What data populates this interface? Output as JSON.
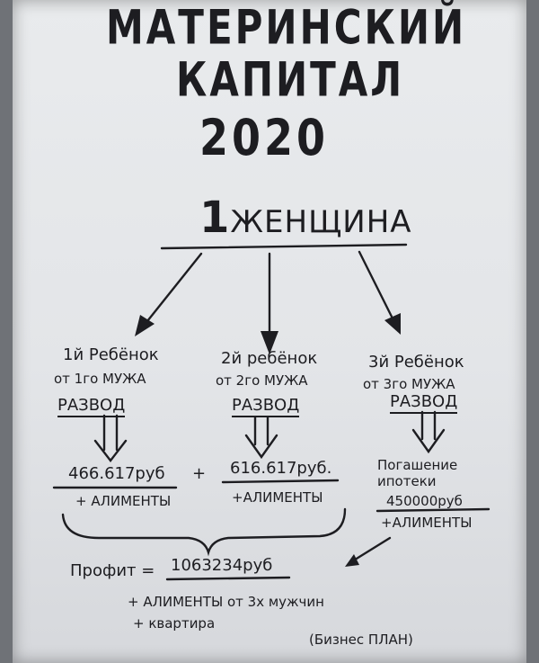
{
  "title_line1": "МАТЕРИНСКИЙ",
  "title_line2": "КАПИТАЛ",
  "year": "2020",
  "woman": {
    "number": "1",
    "label": "ЖЕНЩИНА"
  },
  "branches": [
    {
      "child": "1й Ребёнок",
      "from": "от 1го МУЖА",
      "status": "РАЗВОД",
      "amount": "466.617руб",
      "extra": "+ АЛИМЕНТЫ"
    },
    {
      "child": "2й ребёнок",
      "from": "от 2го МУЖА",
      "status": "РАЗВОД",
      "amount": "616.617руб.",
      "extra": "+АЛИМЕНТЫ"
    },
    {
      "child": "3й Ребёнок",
      "from": "от 3го МУЖА",
      "status": "РАЗВОД",
      "mortgage_line1": "Погашение",
      "mortgage_line2": "ипотеки",
      "amount": "450000руб",
      "extra": "+АЛИМЕНТЫ"
    }
  ],
  "plus": "+",
  "profit": {
    "label": "Профит =",
    "amount": "1063234руб",
    "extra1": "+ АЛИМЕНТЫ от 3х мужчин",
    "extra2": "+ квартира"
  },
  "note": "(Бизнес ПЛАН)"
}
